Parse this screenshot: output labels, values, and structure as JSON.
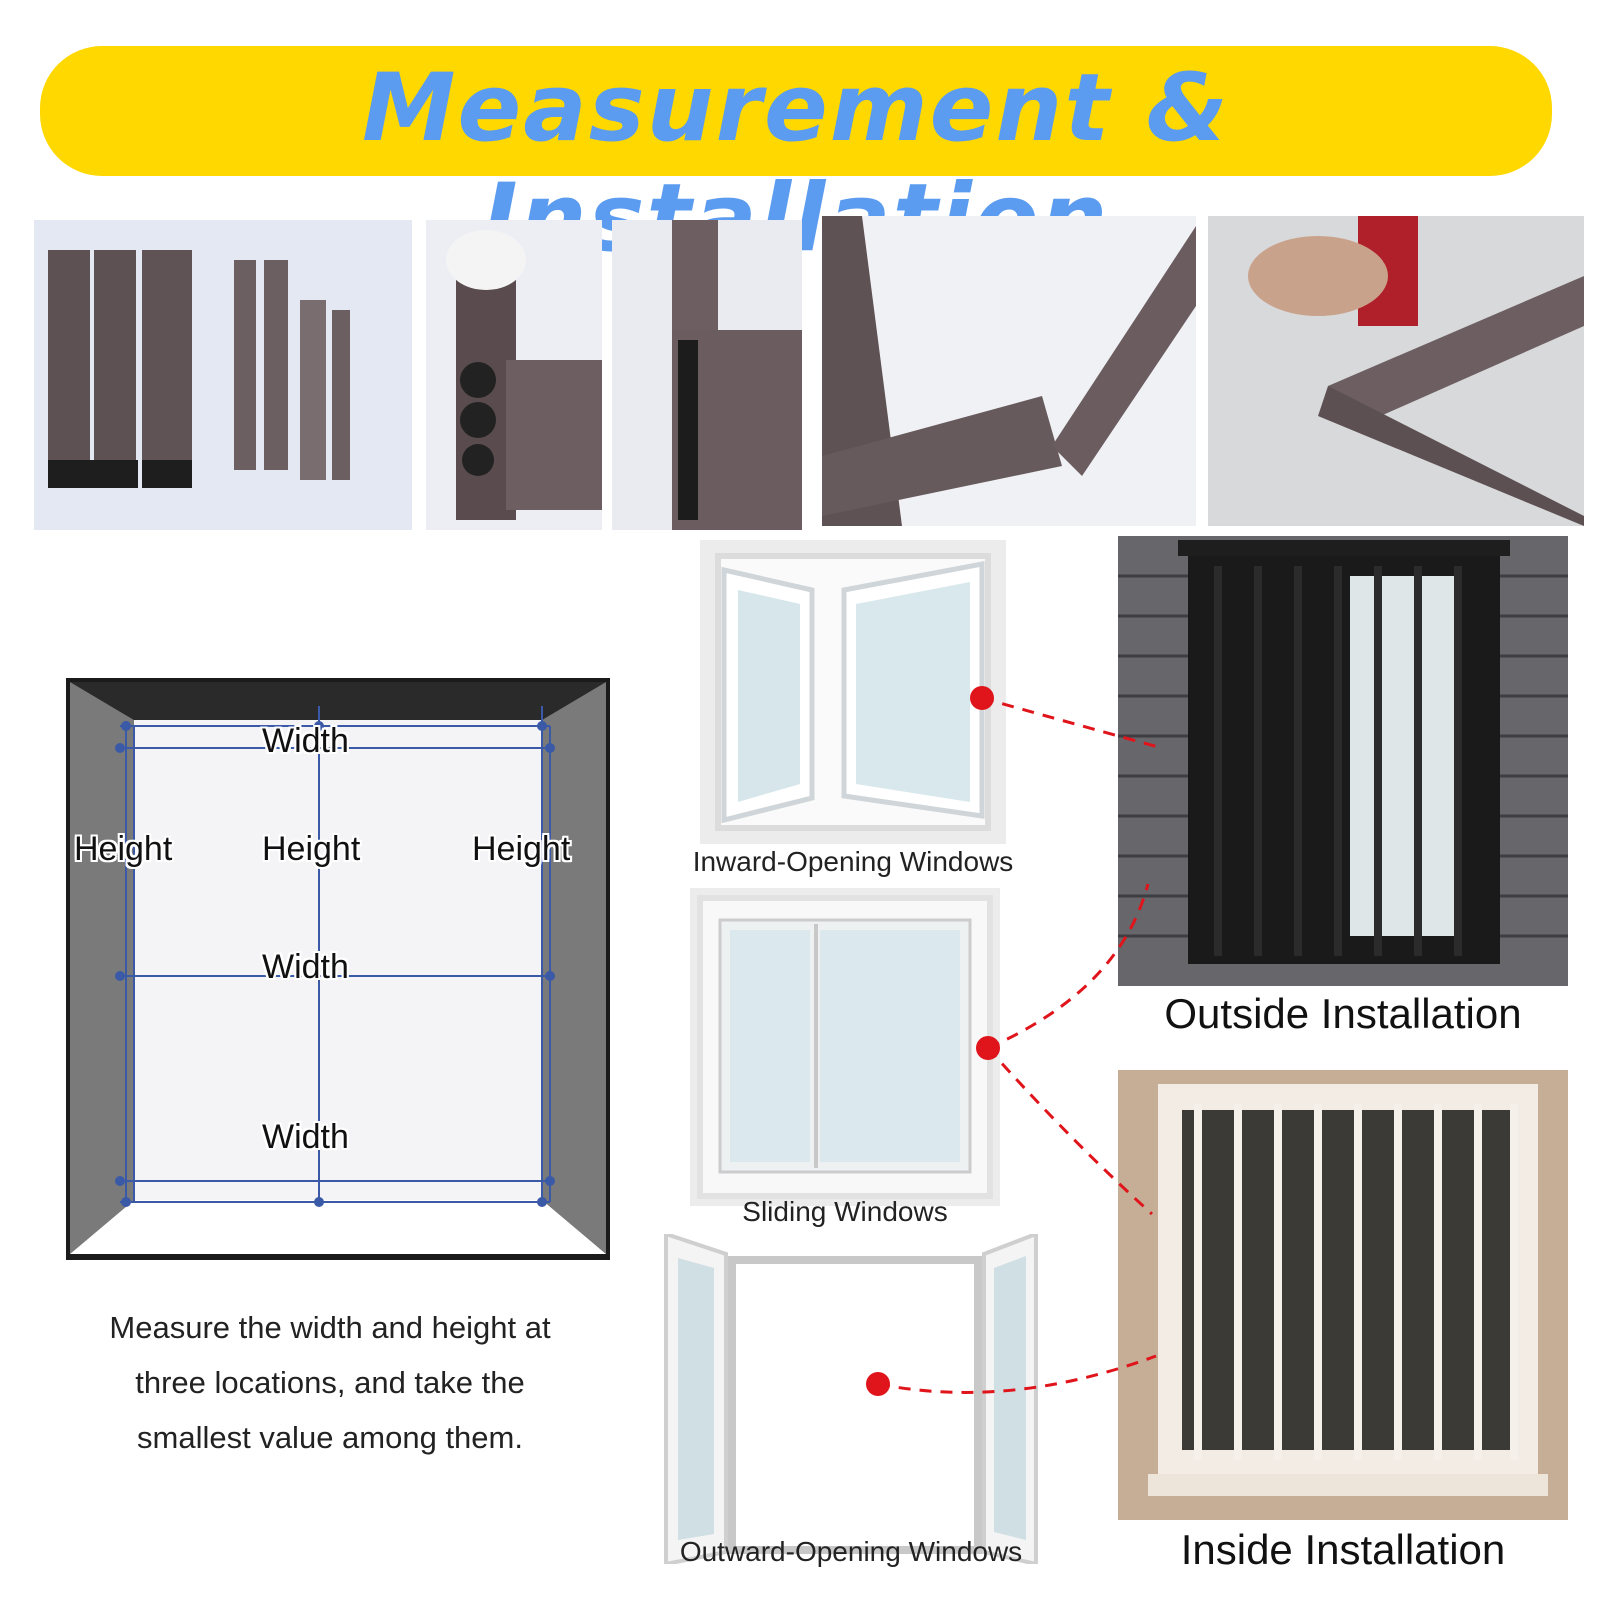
{
  "title": "Measurement & Installation",
  "diagram": {
    "width_labels": [
      "Width",
      "Width",
      "Width"
    ],
    "height_labels": [
      "Height",
      "Height",
      "Height"
    ]
  },
  "caption": [
    "Measure the width and height at",
    "three locations, and take the",
    "smallest value among them."
  ],
  "window_types": {
    "inward": "Inward-Opening Windows",
    "sliding": "Sliding Windows",
    "outward": "Outward-Opening Windows"
  },
  "installations": {
    "outside": "Outside Installation",
    "inside": "Inside Installation"
  },
  "colors": {
    "banner": "#ffd800",
    "title": "#5b9cf0",
    "marker": "#e0141b",
    "frame": "#6a5a5c",
    "measure_line": "#3a5aa8"
  }
}
